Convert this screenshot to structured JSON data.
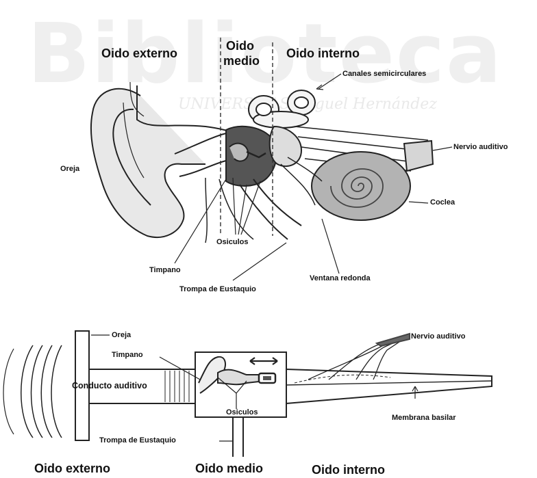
{
  "watermark": {
    "logo_text": "Biblioteca",
    "subtext": "UNIVERSITAS Miguel Hernández"
  },
  "top_diagram": {
    "section_external": "Oido externo",
    "section_middle_line1": "Oido",
    "section_middle_line2": "medio",
    "section_internal": "Oido interno",
    "labels": {
      "semicircular_canals": "Canales semicirculares",
      "auditory_nerve": "Nervio auditivo",
      "pinna": "Oreja",
      "cochlea": "Coclea",
      "ossicles": "Osiculos",
      "eardrum": "Timpano",
      "round_window": "Ventana redonda",
      "eustachian_tube": "Trompa de Eustaquio"
    }
  },
  "bottom_diagram": {
    "labels": {
      "pinna": "Oreja",
      "eardrum": "Timpano",
      "ear_canal": "Conducto auditivo",
      "ossicles": "Osiculos",
      "eustachian_tube": "Trompa de Eustaquio",
      "auditory_nerve": "Nervio auditivo",
      "basilar_membrane": "Membrana basilar"
    },
    "section_external": "Oido externo",
    "section_middle": "Oido medio",
    "section_internal": "Oido interno"
  }
}
